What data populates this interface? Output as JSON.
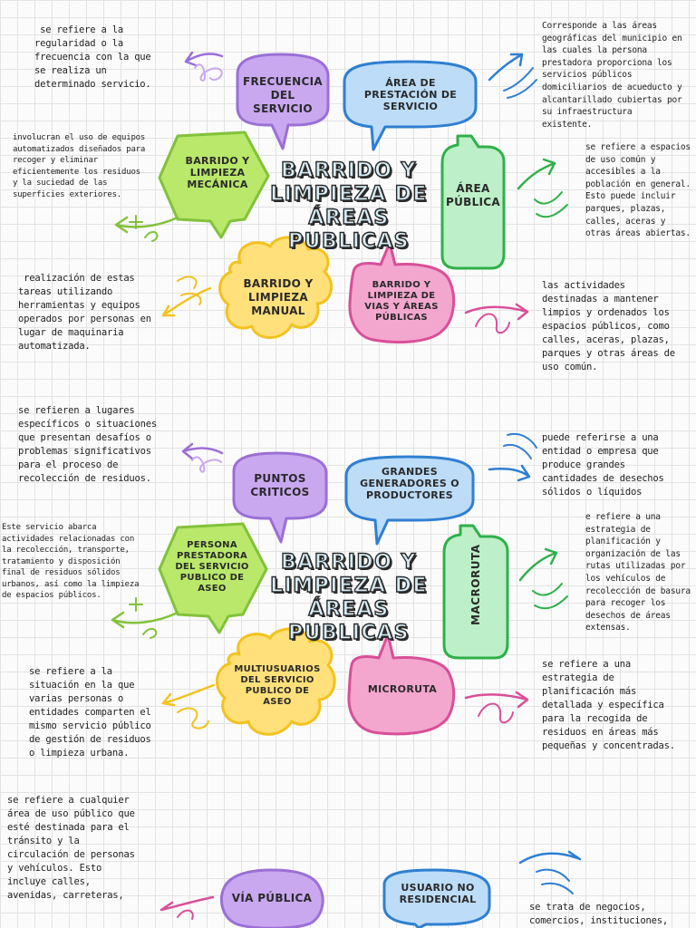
{
  "colors": {
    "purple": "#c9a8f0",
    "purple_stroke": "#9b6fd6",
    "blue": "#bcdcf7",
    "blue_stroke": "#2f7fd1",
    "lime": "#b9e86a",
    "lime_stroke": "#82c23a",
    "green": "#bdf0c8",
    "green_stroke": "#2fb04a",
    "yellow": "#ffe07a",
    "yellow_stroke": "#f3c21e",
    "pink": "#f3a7cf",
    "pink_stroke": "#d94f98"
  },
  "map1": {
    "title": [
      "BARRIDO Y",
      "LIMPIEZA DE",
      "ÁREAS PUBLICAS"
    ],
    "nodes": {
      "frecuencia": "FRECUENCIA DEL SERVICIO",
      "area_prestacion": "ÁREA DE PRESTACIÓN DE SERVICIO",
      "mecanica": "BARRIDO Y LIMPIEZA MECÁNICA",
      "area_publica": "ÁREA PÚBLICA",
      "manual": "BARRIDO Y LIMPIEZA MANUAL",
      "vias": "BARRIDO Y LIMPIEZA DE VIAS Y ÁREAS PÚBLICAS"
    },
    "texts": {
      "frecuencia": " se refiere a la regularidad o la frecuencia con la que se realiza un determinado servicio.",
      "area_prestacion": "Corresponde a las áreas geográficas del municipio en las cuales la persona prestadora proporciona los servicios públicos domiciliarios de acueducto y alcantarillado cubiertas por su infraestructura existente.",
      "mecanica": "involucran el uso de equipos automatizados diseñados para recoger y eliminar eficientemente los residuos y la suciedad de las superficies exteriores.",
      "area_publica": "se refiere a espacios de uso común y accesibles a la población en general. Esto puede incluir parques, plazas, calles, aceras y otras áreas abiertas.",
      "manual": " realización de estas tareas utilizando herramientas y equipos operados por personas en lugar de maquinaria automatizada.",
      "vias": "las actividades destinadas a mantener limpios y ordenados los espacios públicos, como calles, aceras, plazas, parques y otras áreas de uso común."
    }
  },
  "map2": {
    "title": [
      "BARRIDO Y",
      "LIMPIEZA DE",
      "ÁREAS PUBLICAS"
    ],
    "nodes": {
      "puntos": "PUNTOS CRITICOS",
      "grandes": "GRANDES GENERADORES O PRODUCTORES",
      "persona": "PERSONA PRESTADORA DEL SERVICIO PUBLICO DE ASEO",
      "macroruta": "MACRORUTA",
      "multiusuarios": "MULTIUSUARIOS DEL SERVICIO PUBLICO DE ASEO",
      "microruta": "MICRORUTA"
    },
    "texts": {
      "puntos": "se refieren a lugares específicos o situaciones que presentan desafíos o problemas significativos para el proceso de recolección de residuos.",
      "grandes": "puede referirse a una entidad o empresa que produce grandes cantidades de desechos sólidos o líquidos",
      "persona": "Este servicio abarca actividades relacionadas con la recolección, transporte, tratamiento y disposición final de residuos sólidos urbanos, así como la limpieza de espacios públicos.",
      "macroruta": "e refiere a una estrategia de planificación y organización de las rutas utilizadas por los vehículos de recolección de basura para recoger los desechos de áreas extensas.",
      "multiusuarios": "se refiere a la situación en la que varias personas o entidades comparten el mismo servicio público de gestión de residuos o limpieza urbana.",
      "microruta": "se refiere a una estrategia de planificación más detallada y específica para la recogida de residuos en áreas más pequeñas y concentradas."
    }
  },
  "map3": {
    "nodes": {
      "via_publica": "VÍA PÚBLICA",
      "usuario": "USUARIO NO RESIDENCIAL"
    },
    "texts": {
      "via_publica": "se refiere a cualquier área de uso público que esté destinada para el tránsito y la circulación de personas y vehículos. Esto incluye calles, avenidas, carreteras,",
      "usuario": "se trata de negocios, comercios, instituciones,"
    }
  }
}
